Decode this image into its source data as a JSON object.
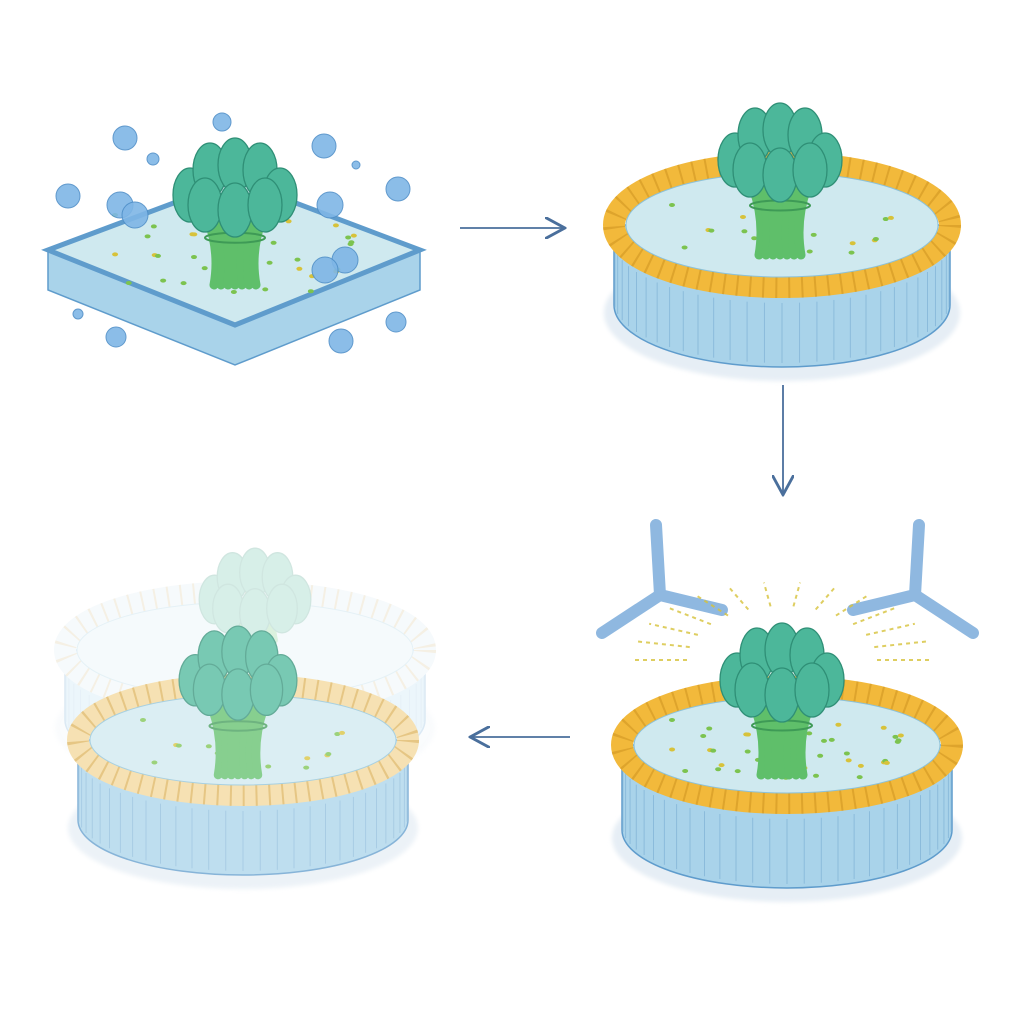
{
  "colors": {
    "background": "#ffffff",
    "membrane_blue": "#a9d3ea",
    "membrane_edge": "#5f9ccc",
    "membrane_top": "#cfe9ef",
    "lipid_rim": "#f2b93b",
    "protein_green": "#4cb79a",
    "protein_stalk": "#5fbf6a",
    "bubble": "#7fb6e6",
    "antibody": "#8fb8e0",
    "arrow": "#4a6f9c",
    "debris": "#d7c23a"
  },
  "panels": [
    {
      "name": "detergent-solubilized-membrane"
    },
    {
      "name": "nanodisc-with-protein"
    },
    {
      "name": "nanodisc-antibody-binding"
    },
    {
      "name": "faded-reconstituted-nanodisc"
    }
  ],
  "arrows": [
    {
      "name": "arrow-right",
      "direction": "right"
    },
    {
      "name": "arrow-down",
      "direction": "down"
    },
    {
      "name": "arrow-left",
      "direction": "left"
    }
  ],
  "icons": [
    "protein-complex-icon",
    "lipid-disc-icon",
    "antibody-icon",
    "bubble-icon"
  ]
}
